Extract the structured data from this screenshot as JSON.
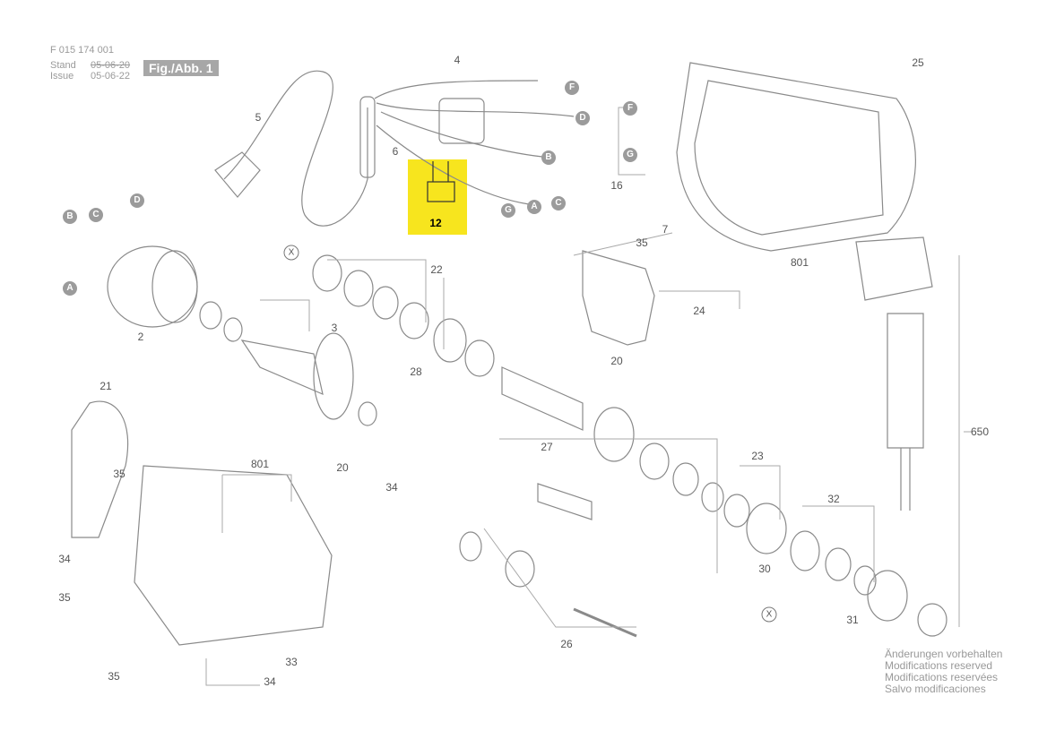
{
  "header": {
    "part_number": "F 015 174 001",
    "stand_label": "Stand",
    "issue_label": "Issue",
    "stand_date": "05-06-20",
    "issue_date": "05-06-22",
    "figure_label": "Fig./Abb. 1"
  },
  "highlight": {
    "part": "12",
    "color": "#f7e51e"
  },
  "part_labels": [
    "4",
    "5",
    "6",
    "12",
    "16",
    "7",
    "35",
    "25",
    "801",
    "24",
    "20",
    "22",
    "3",
    "2",
    "650",
    "21",
    "28",
    "27",
    "23",
    "32",
    "30",
    "31",
    "26",
    "35",
    "34",
    "35",
    "801",
    "20",
    "34",
    "33",
    "35",
    "34"
  ],
  "connector_labels": [
    "F",
    "D",
    "B",
    "A",
    "C",
    "G",
    "F",
    "G",
    "B",
    "C",
    "D",
    "A"
  ],
  "cross_refs": [
    "X",
    "X"
  ],
  "notes": [
    "Änderungen vorbehalten",
    "Modifications reserved",
    "Modifications reservées",
    "Salvo modificaciones"
  ]
}
